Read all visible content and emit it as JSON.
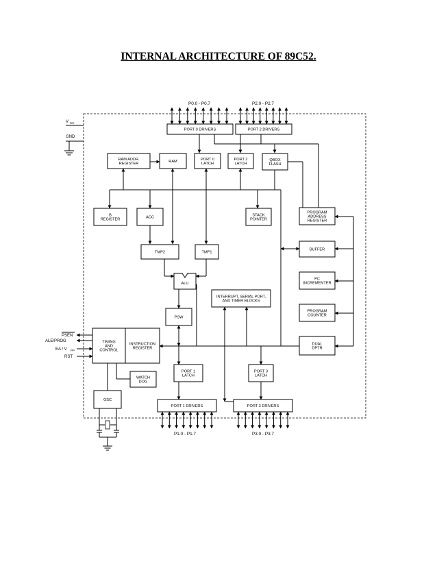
{
  "title": "INTERNAL ARCHITECTURE OF 89C52.",
  "supply": {
    "vcc": "V",
    "vcc_sub": "CC",
    "gnd": "GND"
  },
  "blocks": {
    "port0_drivers": [
      "PORT 0 DRIVERS"
    ],
    "port2_drivers": [
      "PORT 2 DRIVERS"
    ],
    "ram_addr_reg": [
      "RAM ADDR.",
      "REGISTER"
    ],
    "ram": [
      "RAM"
    ],
    "port0_latch": [
      "PORT 0",
      "LATCH"
    ],
    "port2_latch": [
      "PORT 2",
      "LATCH"
    ],
    "qbox_flash": [
      "QBOX",
      "FLASH"
    ],
    "b_register": [
      "B",
      "REGISTER"
    ],
    "acc": [
      "ACC"
    ],
    "stack_pointer": [
      "STACK",
      "POINTER"
    ],
    "program_address_register": [
      "PROGRAM",
      "ADDRESS",
      "REGISTER"
    ],
    "buffer": [
      "BUFFER"
    ],
    "tmp2": [
      "TMP2"
    ],
    "tmp1": [
      "TMP1"
    ],
    "alu": [
      "ALU"
    ],
    "pc_incrementer": [
      "PC",
      "INCREMENTER"
    ],
    "interrupt_serial": [
      "INTERRUPT, SERIAL PORT,",
      "AND TIMER BLOCKS"
    ],
    "program_counter": [
      "PROGRAM",
      "COUNTER"
    ],
    "psw": [
      "PSW"
    ],
    "timing_control": [
      "TIMING",
      "AND",
      "CONTROL"
    ],
    "instruction_register": [
      "INSTRUCTION",
      "REGISTER"
    ],
    "dual_dptr": [
      "DUAL",
      "DPTR"
    ],
    "port1_latch": [
      "PORT 1",
      "LATCH"
    ],
    "port3_latch": [
      "PORT 3",
      "LATCH"
    ],
    "watch_dog": [
      "WATCH",
      "DOG"
    ],
    "osc": [
      "OSC"
    ],
    "port1_drivers": [
      "PORT 1 DRIVERS"
    ],
    "port3_drivers": [
      "PORT 3 DRIVERS"
    ]
  },
  "pins": {
    "psen": "PSEN",
    "ale_prog": "ALE/PROG",
    "ea_vpp": "EA / V",
    "ea_vpp_sub": "PP",
    "rst": "RST"
  },
  "buses": {
    "p0": "P0.0 - P0.7",
    "p2": "P2.0 - P2.7",
    "p1": "P1.0 - P1.7",
    "p3": "P3.0 - P3.7"
  }
}
